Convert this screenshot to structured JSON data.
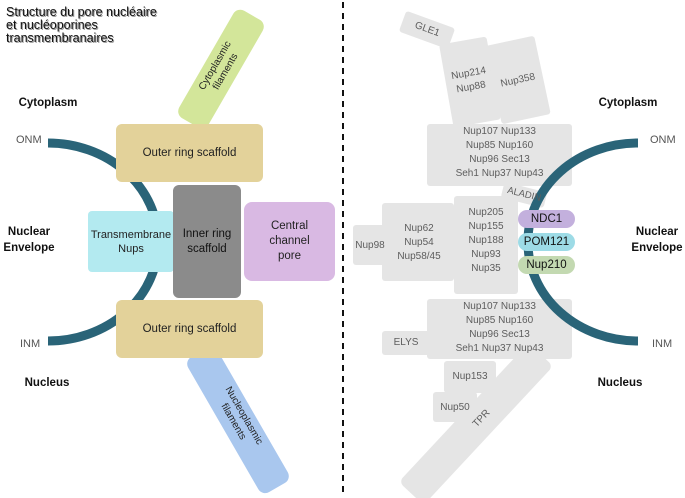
{
  "title": "Structure du pore nucléaire\net nucléoporines\ntransmembranaires",
  "left": {
    "cytoplasm": "Cytoplasm",
    "nuclear_envelope": "Nuclear\nEnvelope",
    "nucleus": "Nucleus",
    "onm": "ONM",
    "inm": "INM",
    "cytoplasmic_filaments": "Cytoplasmic\nfilaments",
    "outer_ring_top": "Outer ring scaffold",
    "outer_ring_bottom": "Outer ring scaffold",
    "transmembrane_nups": "Transmembrane\nNups",
    "inner_ring": "Inner ring\nscaffold",
    "central_channel": "Central\nchannel\npore",
    "nucleoplasmic_filaments": "Nucleoplasmic\nfilaments"
  },
  "right": {
    "cytoplasm": "Cytoplasm",
    "nuclear_envelope": "Nuclear\nEnvelope",
    "nucleus": "Nucleus",
    "onm": "ONM",
    "inm": "INM",
    "gle1": "GLE1",
    "nup214_88": "Nup214\nNup88",
    "nup358": "Nup358",
    "outer_top": "Nup107 Nup133\nNup85 Nup160\nNup96 Sec13\nSeh1 Nup37 Nup43",
    "aladin": "ALADIN",
    "inner_center": "Nup205\nNup155\nNup188\nNup93\nNup35",
    "inner_left": "Nup62\nNup54\nNup58/45",
    "nup98": "Nup98",
    "ndc1": "NDC1",
    "pom121": "POM121",
    "nup210": "Nup210",
    "outer_bottom": "Nup107 Nup133\nNup85 Nup160\nNup96 Sec13\nSeh1 Nup37 Nup43",
    "elys": "ELYS",
    "nup153": "Nup153",
    "nup50": "Nup50",
    "tpr": "TPR"
  },
  "colors": {
    "membrane": "#2a6478",
    "outer_ring": "#e3d29a",
    "transmembrane": "#b3eaf0",
    "inner_ring": "#8b8b8b",
    "central_channel": "#d9b9e3",
    "cytoplasmic_filaments": "#d3e69a",
    "nucleoplasmic_filaments": "#a9c7ee",
    "gray_box": "#e5e5e5",
    "ndc1": "#c3b0dd",
    "pom121": "#9ddbe6",
    "nup210": "#c3d9b1"
  }
}
